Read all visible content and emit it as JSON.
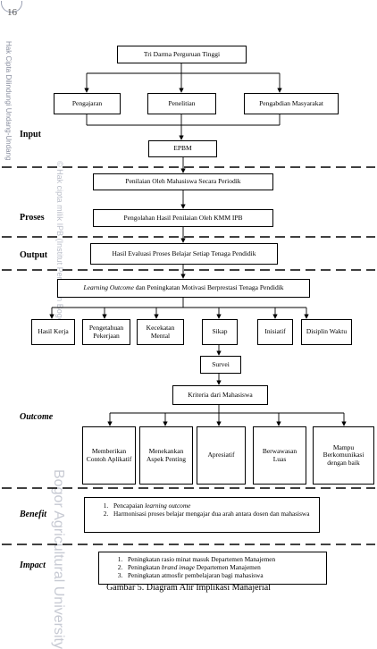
{
  "page_number": "16",
  "sidebar_text": {
    "left": "Hak Cipta Dilindungi Undang-Undang",
    "watermark_1": "© Hak cipta milik IPB (Institut Pertanian Bogor)",
    "watermark_2": "Bogor Agricultural University"
  },
  "stages": {
    "input": "Input",
    "proses": "Proses",
    "output": "Output",
    "outcome": "Outcome",
    "benefit": "Benefit",
    "impact": "Impact"
  },
  "boxes": {
    "tri_darma": "Tri Darma Perguruan Tinggi",
    "pengajaran": "Pengajaran",
    "penelitian": "Penelitian",
    "pengabdian": "Pengabdian Masyarakat",
    "epbm": "EPBM",
    "penilaian": "Penilaian Oleh Mahasiswa Secara Periodik",
    "pengolahan": "Pengolahan Hasil Penilaian Oleh KMM IPB",
    "hasil_evaluasi": "Hasil Evaluasi Proses Belajar Setiap Tenaga Pendidik",
    "learning_outcome_italic": "Learning Outcome",
    "learning_outcome_rest": " dan Peningkatan Motivasi Berprestasi Tenaga Pendidik",
    "hasil_kerja": "Hasil Kerja",
    "pengetahuan": "Pengetahuan Pekerjaan",
    "kecekatan": "Kecekatan Mental",
    "sikap": "Sikap",
    "inisiatif": "Inisiatif",
    "disiplin": "Disiplin Waktu",
    "survei": "Survei",
    "kriteria": "Kriteria dari Mahasiswa",
    "memberikan": "Memberikan Contoh Aplikatif",
    "menekankan": "Menekankan Aspek Penting",
    "apresiatif": "Apresiatif",
    "berwawasan": "Berwawasan Luas",
    "mampu": "Mampu Berkomunikasi dengan baik"
  },
  "benefit_items": [
    {
      "pre": "Pencapaian ",
      "it": "learning outcome",
      "post": ""
    },
    {
      "pre": "Harmonisasi proses belajar mengajar dua arah antara dosen dan mahasiswa",
      "it": "",
      "post": ""
    }
  ],
  "impact_items": [
    {
      "pre": "Peningkatan rasio minat masuk Departemen Manajemen",
      "it": "",
      "post": ""
    },
    {
      "pre": "Peningkatan ",
      "it": "brand image",
      "post": " Departemen Manajemen"
    },
    {
      "pre": "Peningkatan atmosfir pembelajaran bagi  mahasiswa",
      "it": "",
      "post": ""
    }
  ],
  "caption": "Gambar 5. Diagram Alir Implikasi Manajerial"
}
